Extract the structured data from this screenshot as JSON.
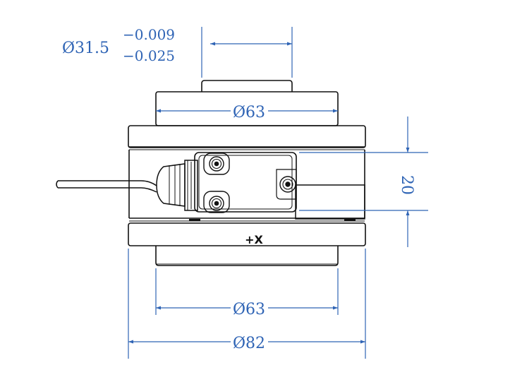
{
  "drawing": {
    "colors": {
      "line": "#111111",
      "dimension": "#2f64b5",
      "background": "#ffffff"
    },
    "dimensions": {
      "shaft_diameter": "Ø31.5",
      "shaft_tol_upper": "−0.009",
      "shaft_tol_lower": "−0.025",
      "top_boss_diameter": "Ø63",
      "bottom_boss_diameter": "Ø63",
      "body_diameter": "Ø82",
      "height": "20"
    },
    "labels": {
      "axis_mark": "+X"
    }
  }
}
